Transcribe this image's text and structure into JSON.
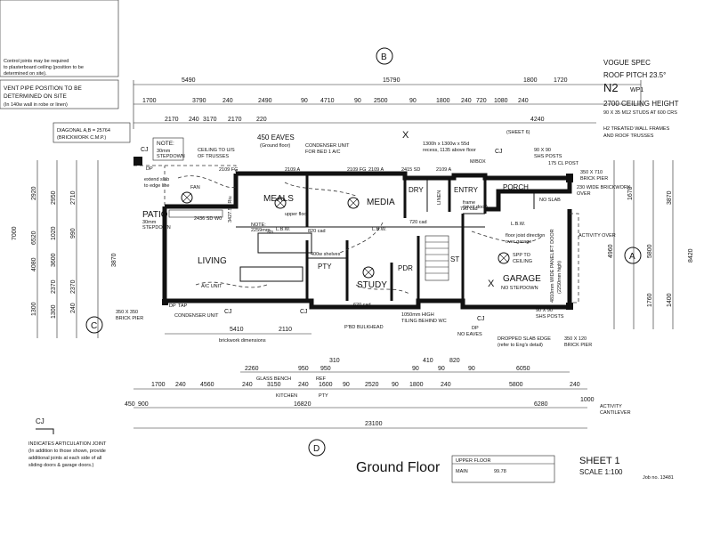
{
  "notes": {
    "top_left_note": [
      "Control joints may be required",
      "to plasterboard ceiling (position to be",
      "determined on site)."
    ],
    "vent_pipe": [
      "VENT PIPE POSITION TO BE",
      "DETERMINED ON SITE",
      "(In 140w wall in robe or linen)"
    ],
    "diagonal": [
      "DIAGONAL A,B = 25764",
      "(BRICKWORK C.M.P.)"
    ],
    "stepdown_note": [
      "NOTE:",
      "30mm",
      "STEPDOWN"
    ],
    "cj_legend": [
      "INDICATES ARTICULATION JOINT",
      "(In addition to those shown, provide",
      "additional joints at each side of all",
      "sliding doors & garage doors.)"
    ]
  },
  "spec": {
    "lines": [
      "VOGUE SPEC",
      "ROOF PITCH 23.5°",
      "N2",
      "WP1",
      "2700 CEILING HEIGHT",
      "90 X 35 M12 STUDS AT 600 CRS",
      "H2 TREATED WALL FRAMES",
      "AND ROOF TRUSSES"
    ]
  },
  "title_block": {
    "title": "Ground Floor",
    "sheet": "SHEET 1",
    "scale": "SCALE 1:100",
    "job": "Job no. 13481",
    "area_header": "UPPER FLOOR",
    "area_main_label": "MAIN",
    "area_main_value": "99.78"
  },
  "rooms": {
    "meals": "MEALS",
    "media": "MEDIA",
    "patio": "PATIO",
    "patio_sub": [
      "30mm",
      "STEPDOWN"
    ],
    "living": "LIVING",
    "study": "STUDY",
    "garage": "GARAGE",
    "garage_sub": "NO STEPDOWN",
    "entry": "ENTRY",
    "porch": "PORCH",
    "porch_sub": "NO SLAB",
    "dry": "DRY",
    "pty": "PTY",
    "pdr": "PDR",
    "linen": "LINEN",
    "st": "ST"
  },
  "labels": {
    "eaves_top": "450 EAVES",
    "eaves_top_sub": "(Ground floor)",
    "ceiling_trusses": [
      "CEILING TO U/S",
      "OF TRUSSES"
    ],
    "condenser_top": [
      "CONDENSER UNIT",
      "FOR BED 1 A/C"
    ],
    "condenser_bottom": "CONDENSER UNIT",
    "ac_unit": "A/C UNIT",
    "lbw": "L.B.W.",
    "brick_pier_left": [
      "350 X 350",
      "BRICK PIER"
    ],
    "brick_pier_right": [
      "350 X 710",
      "BRICK PIER"
    ],
    "brick_pier_br": [
      "350 X 120",
      "BRICK PIER"
    ],
    "no_eaves": "NO EAVES",
    "dropped_slab": [
      "DROPPED SLAB EDGE",
      "(refer to Eng's detail)"
    ],
    "pbd_bulkhead": "P'BD BULKHEAD",
    "tiling": [
      "1050mm HIGH",
      "TILING BEHIND WC"
    ],
    "activity_over": "ACTIVITY OVER",
    "activity_cantilever": [
      "ACTIVITY",
      "CANTILEVER"
    ],
    "panel_door": [
      "4810mm WIDE PANELIFT DOOR",
      "(2250mm high)"
    ],
    "spp_ceiling": [
      "SPP TO",
      "CEILING"
    ],
    "floor_joist": [
      "floor joist direction",
      "over garage"
    ],
    "sheet6": "(SHEET 6)",
    "mbox": "M/BOX",
    "dp": "DP",
    "tap": "TAP",
    "cj": "CJ",
    "x_mark": "X",
    "fan": "FAN",
    "extend_slab": [
      "extend slab",
      "to edge line"
    ],
    "brickwork_dims": "brickwork dimensions",
    "shelves": "400w shelves",
    "cl_post": "175 CL POST",
    "sws_posts": [
      "90 X 90",
      "SHS POSTS"
    ],
    "brickwork_over": [
      "230 WIDE BRICKWORK",
      "OVER"
    ],
    "kitchen_tag": "KITCHEN",
    "pty_tag": "PTY",
    "bench_tags": [
      "GLASS BENCH",
      "REF"
    ]
  },
  "circles": {
    "top": "B",
    "bottom": "D",
    "left": "C",
    "right": "A"
  },
  "dims": {
    "top_total": "15790",
    "top_left": "5490",
    "top_row": [
      "1700",
      "3790",
      "240",
      "2490",
      "90",
      "4710",
      "90",
      "2500",
      "90",
      "1800",
      "240",
      "720",
      "1080",
      "240"
    ],
    "top_right": [
      "1800",
      "1720"
    ],
    "top_row2": [
      "2170",
      "240",
      "3170",
      "2170",
      "220",
      "4240"
    ],
    "left_col1": [
      "2920",
      "6520",
      "4080",
      "1300"
    ],
    "left_col2": [
      "2950",
      "1020",
      "3600",
      "2370",
      "1300"
    ],
    "left_col3": [
      "2710",
      "990",
      "2370",
      "240"
    ],
    "left_total": "7000",
    "right_col1": [
      "1670",
      "4960",
      "1760"
    ],
    "right_col2": [
      "3870",
      "5800",
      "1400"
    ],
    "right_total": "8420",
    "bottom_row1": [
      "5410",
      "2110"
    ],
    "bottom_row2": [
      "2260",
      "950",
      "950",
      "310",
      "90",
      "410",
      "90",
      "820",
      "90",
      "6050"
    ],
    "bottom_row3": [
      "1700",
      "240",
      "4560",
      "240",
      "3150",
      "240",
      "1600",
      "90",
      "2520",
      "90",
      "1800",
      "240",
      "5800",
      "240"
    ],
    "bottom_row4": [
      "900",
      "16820",
      "6280"
    ],
    "bottom_total": "23100",
    "misc": [
      "1000",
      "450",
      "350",
      "120"
    ]
  },
  "tiny_text": {
    "fan_note": "FAN",
    "upper_floor": "upper floor",
    "frame_note": "DP",
    "door_sizes": [
      "2109 FG",
      "2109 A",
      "2109 FG",
      "2109 A",
      "2415 SD",
      "2109 A",
      "820 cad",
      "720 cad",
      "720 cad",
      "620 cad",
      "3427.50 Riu",
      "2436 SD W0",
      "2109A"
    ],
    "window_sizes": [
      "1300h x 1300w x 55d",
      "recess, 1135 above floor"
    ],
    "frame_pivot": [
      "frame",
      "(pivot door)"
    ],
    "notes_misc": [
      "NOTE:",
      "2259mm",
      "s/s"
    ],
    "garage_strip": [
      "DP",
      "SHS POST",
      "90 X 90",
      "SHS POSTS",
      "350 X 120"
    ]
  }
}
